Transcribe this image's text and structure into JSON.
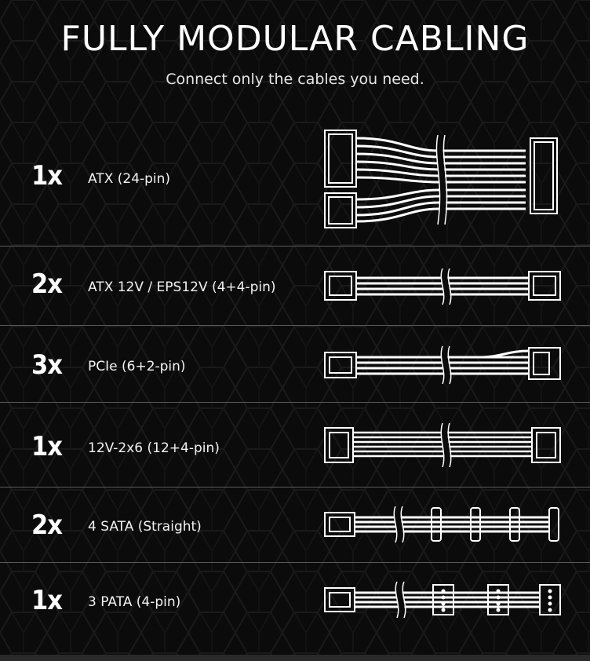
{
  "header": {
    "title": "FULLY MODULAR CABLING",
    "subtitle": "Connect only the cables you need."
  },
  "cables": [
    {
      "qty": "1x",
      "name": "ATX (24-pin)"
    },
    {
      "qty": "2x",
      "name": "ATX 12V / EPS12V (4+4-pin)"
    },
    {
      "qty": "3x",
      "name": "PCIe (6+2-pin)"
    },
    {
      "qty": "1x",
      "name": "12V-2x6 (12+4-pin)"
    },
    {
      "qty": "2x",
      "name": "4 SATA (Straight)"
    },
    {
      "qty": "1x",
      "name": "3 PATA (4-pin)"
    }
  ],
  "colors": {
    "background": "#0c0c0c",
    "text": "#ffffff",
    "divider": "#5a5a5a",
    "pattern": "#1c1c1c"
  }
}
